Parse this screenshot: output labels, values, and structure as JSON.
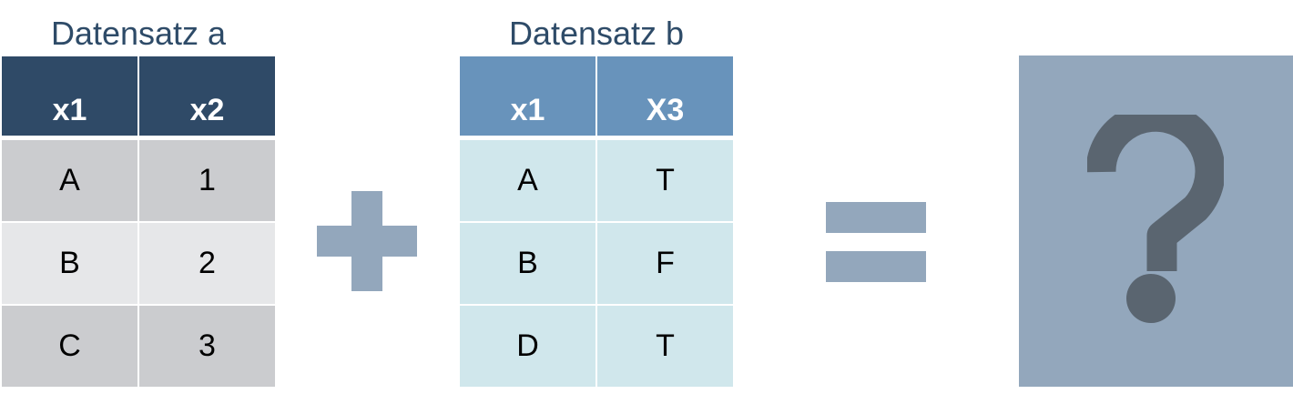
{
  "dataset_a": {
    "title": "Datensatz a",
    "headers": [
      "x1",
      "x2"
    ],
    "rows": [
      [
        "A",
        "1"
      ],
      [
        "B",
        "2"
      ],
      [
        "C",
        "3"
      ]
    ]
  },
  "dataset_b": {
    "title": "Datensatz b",
    "headers": [
      "x1",
      "X3"
    ],
    "rows": [
      [
        "A",
        "T"
      ],
      [
        "B",
        "F"
      ],
      [
        "D",
        "T"
      ]
    ]
  },
  "colors": {
    "title": "#2e4b68",
    "a_header": "#2f4a67",
    "a_row_dark": "#cbcccf",
    "a_row_light": "#e6e7e9",
    "b_header": "#6893bb",
    "b_row": "#d0e7ec",
    "operator": "#93a7bc",
    "result_box": "#93a7bc",
    "question_mark": "#5a6570"
  },
  "icons": {
    "operator_plus": "plus-icon",
    "operator_equals": "equals-icon",
    "result": "question-mark-icon"
  }
}
